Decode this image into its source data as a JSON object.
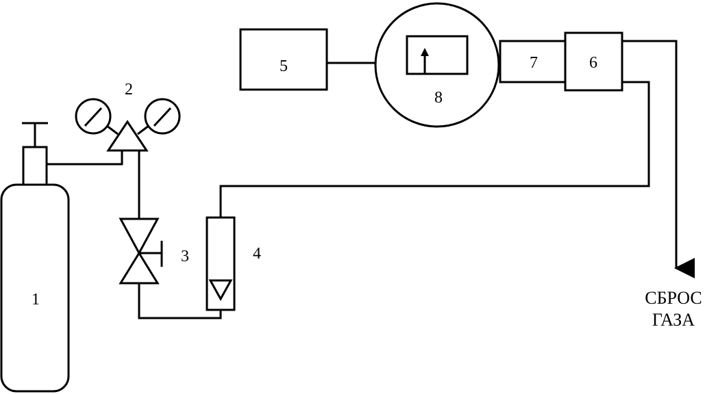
{
  "labels": {
    "cylinder": "1",
    "reducer": "2",
    "valve": "3",
    "rotameter": "4",
    "box5": "5",
    "box6": "6",
    "box7": "7",
    "circle8": "8"
  },
  "outlet": {
    "line1": "СБРОС",
    "line2": "ГАЗА"
  }
}
